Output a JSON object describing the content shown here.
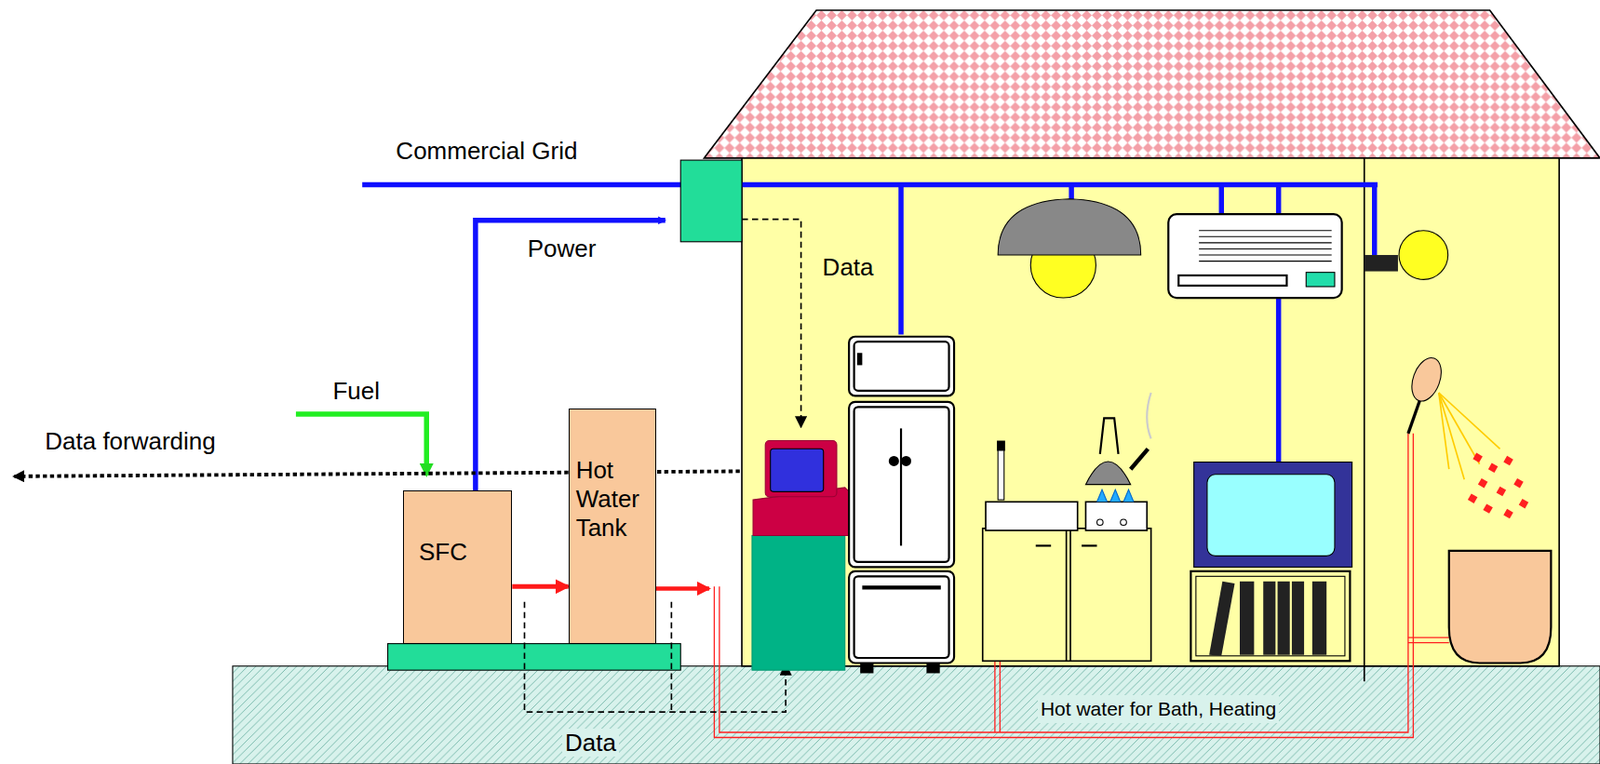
{
  "diagram": {
    "nodes": [
      {
        "text": [
          "SFC"
        ]
      },
      {
        "text": [
          "Hot Water Tank"
        ]
      }
    ],
    "edges": [
      {
        "from": 0,
        "to": 1,
        "arrow": "to"
      }
    ],
    "labels": [
      "Commercial Grid",
      "Power",
      "Data",
      "Fuel",
      "Data forwarding",
      "Data",
      "Hot water for Bath, Heating"
    ]
  }
}
